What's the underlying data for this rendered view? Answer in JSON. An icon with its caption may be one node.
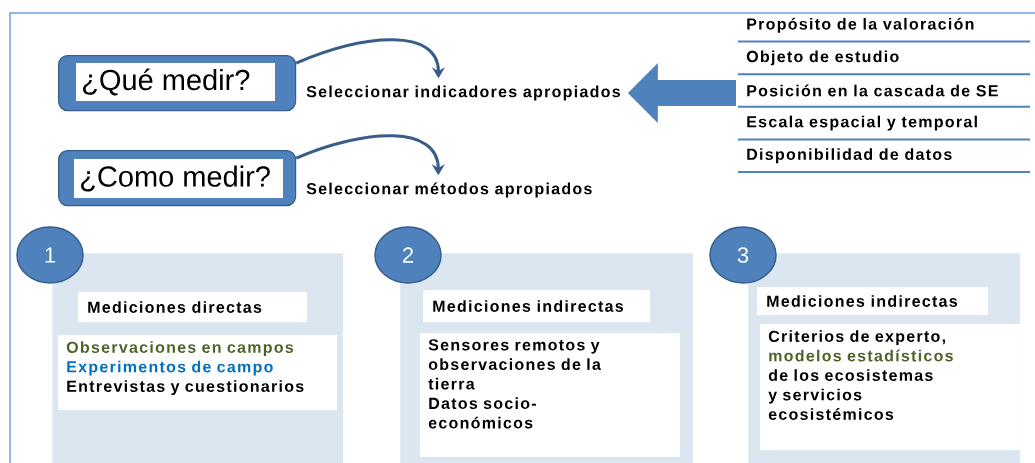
{
  "diagram": {
    "nodes": [
      {
        "text": [
          "¿Qué medir?"
        ]
      },
      {
        "text": [
          "Seleccionar indicadores apropiados"
        ]
      },
      {
        "text": [
          "¿Como medir?"
        ]
      },
      {
        "text": [
          "Seleccionar métodos apropiados"
        ]
      },
      {
        "text": [
          "Propósito de la valoración",
          "Objeto de estudio",
          "Posición en la cascada de SE",
          "Escala espacial y temporal",
          "Disponibilidad de datos"
        ]
      },
      {
        "text": [
          "1"
        ]
      },
      {
        "text": [
          "Mediciones directas",
          "Observaciones en campos",
          "Experimentos de campo",
          "Entrevistas y cuestionarios"
        ]
      },
      {
        "text": [
          "2"
        ]
      },
      {
        "text": [
          "Mediciones indirectas",
          "Sensores remotos y observaciones de la tierra",
          "Datos socio-económicos"
        ]
      },
      {
        "text": [
          "3"
        ]
      },
      {
        "text": [
          "Mediciones indirectas",
          "Criterios de experto,",
          "modelos estadísticos",
          "de los ecosistemas y servicios ecosistémicos"
        ]
      }
    ],
    "edges": [
      {
        "from": 0,
        "to": 1,
        "arrow": "to"
      },
      {
        "from": 2,
        "to": 3,
        "arrow": "to"
      },
      {
        "from": 4,
        "to": 1,
        "arrow": "to",
        "style": "thick"
      }
    ]
  }
}
